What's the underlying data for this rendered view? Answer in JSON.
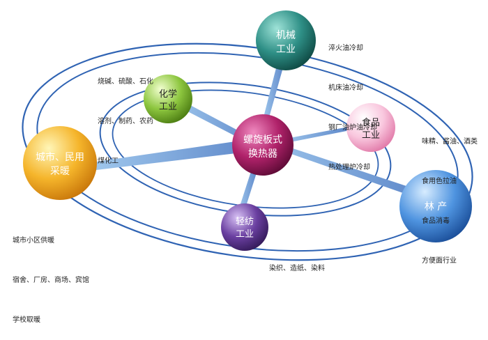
{
  "hub": {
    "lines": [
      "螺旋板式",
      "换热器"
    ]
  },
  "nodes": {
    "machinery": {
      "lines": [
        "机械",
        "工业"
      ],
      "color": "#2e8f86"
    },
    "chemical": {
      "lines": [
        "化学",
        "工业"
      ],
      "color": "#8dc63f"
    },
    "food": {
      "lines": [
        "食品",
        "工业"
      ],
      "color": "#f4a6c6"
    },
    "city": {
      "lines": [
        "城市、民用",
        "采暖"
      ],
      "color": "#f5a623"
    },
    "forestry": {
      "lines": [
        "林 产"
      ],
      "color": "#3b7fd1"
    },
    "textile": {
      "lines": [
        "轻纺",
        "工业"
      ],
      "color": "#6a3fa0"
    },
    "hub_color": "#b0226a"
  },
  "annotations": {
    "machinery": [
      "淬火油冷却",
      "机床油冷却",
      "钢厂油炉油冷却",
      "热处理炉冷却"
    ],
    "chemical": [
      "烧碱、硫酸、石化",
      "溶剂、制药、农药",
      "煤化工"
    ],
    "food": [
      "味精、酱油、酒类",
      "食用色拉油",
      "食品消毒",
      "方便面行业"
    ],
    "city": [
      "城市小区供暖",
      "宿舍、厂房、商场、宾馆",
      "学校取暖"
    ],
    "textile": [
      "染织、造纸、染料"
    ]
  }
}
